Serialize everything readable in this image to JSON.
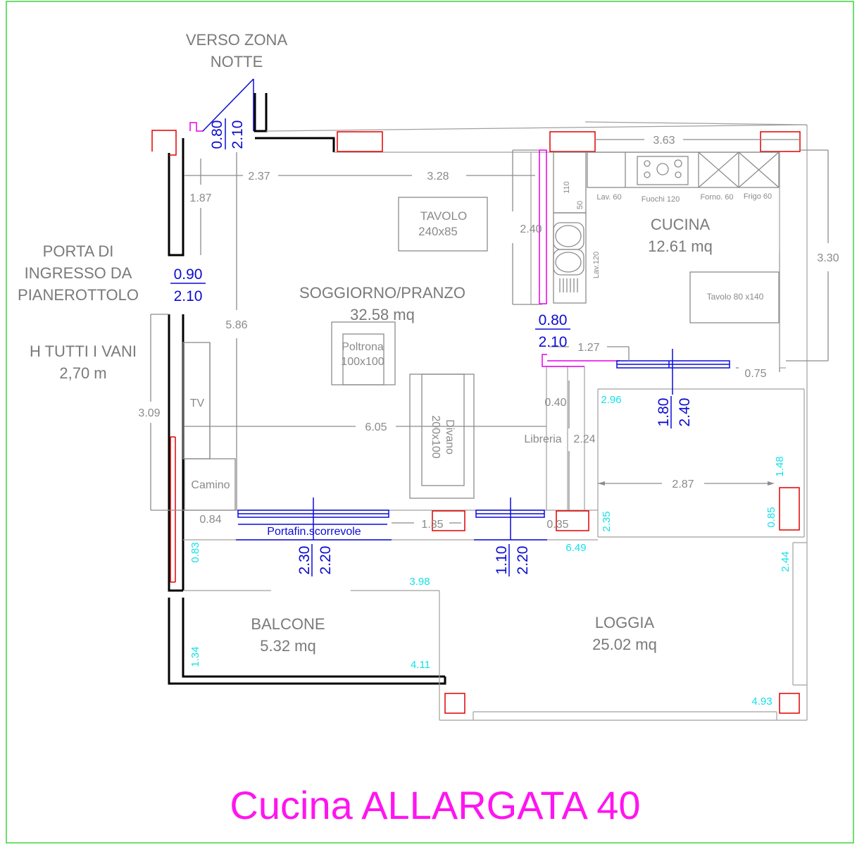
{
  "title": "Cucina ALLARGATA 40",
  "notes": {
    "verso_line1": "VERSO ZONA",
    "verso_line2": "NOTTE",
    "porta_line1": "PORTA DI",
    "porta_line2": "INGRESSO DA",
    "porta_line3": "PIANEROTTOLO",
    "h_line1": "H TUTTI I VANI",
    "h_line2": "2,70 m"
  },
  "rooms": {
    "soggiorno_name": "SOGGIORNO/PRANZO",
    "soggiorno_area": "32.58 mq",
    "cucina_name": "CUCINA",
    "cucina_area": "12.61 mq",
    "balcone_name": "BALCONE",
    "balcone_area": "5.32 mq",
    "loggia_name": "LOGGIA",
    "loggia_area": "25.02 mq"
  },
  "furniture": {
    "tavolo": "TAVOLO",
    "tavolo_size": "240x85",
    "poltrona": "Poltrona",
    "poltrona_size": "100x100",
    "divano": "Divano",
    "divano_size": "200x100",
    "tv": "TV",
    "camino": "Camino",
    "libreria": "Libreria",
    "tavolo_cucina": "Tavolo 80 x140",
    "lav60": "Lav. 60",
    "fuochi": "Fuochi 120",
    "forno": "Forno. 60",
    "frigo": "Frigo 60",
    "lav120": "Lav.120",
    "d110": "110",
    "d50": "50",
    "portafin": "Portafin.scorrevole"
  },
  "doors": {
    "notte_w": "0.80",
    "notte_h": "2.10",
    "ingresso_w": "0.90",
    "ingresso_h": "2.10",
    "cucina_w": "0.80",
    "cucina_h": "2.10",
    "finestra_cucina_w": "1.80",
    "finestra_cucina_h": "2.40",
    "portafin1_w": "2.30",
    "portafin1_h": "2.20",
    "portafin2_w": "1.10",
    "portafin2_h": "2.20"
  },
  "dims": {
    "d237": "2.37",
    "d328": "3.28",
    "d363": "3.63",
    "d187": "1.87",
    "d240": "2.40",
    "d330": "3.30",
    "d586": "5.86",
    "d309": "3.09",
    "d127": "1.27",
    "d075": "0.75",
    "d040": "0.40",
    "d605": "6.05",
    "d224": "2.24",
    "d084": "0.84",
    "d135": "1.35",
    "d035": "0.35"
  },
  "outdoor_dims": {
    "c296": "2.96",
    "c148": "1.48",
    "c287": "2.87",
    "c085": "0.85",
    "c235": "2.35",
    "c649": "6.49",
    "c083": "0.83",
    "c398": "3.98",
    "c244": "2.44",
    "c134": "1.34",
    "c411": "4.11",
    "c493": "4.93"
  }
}
